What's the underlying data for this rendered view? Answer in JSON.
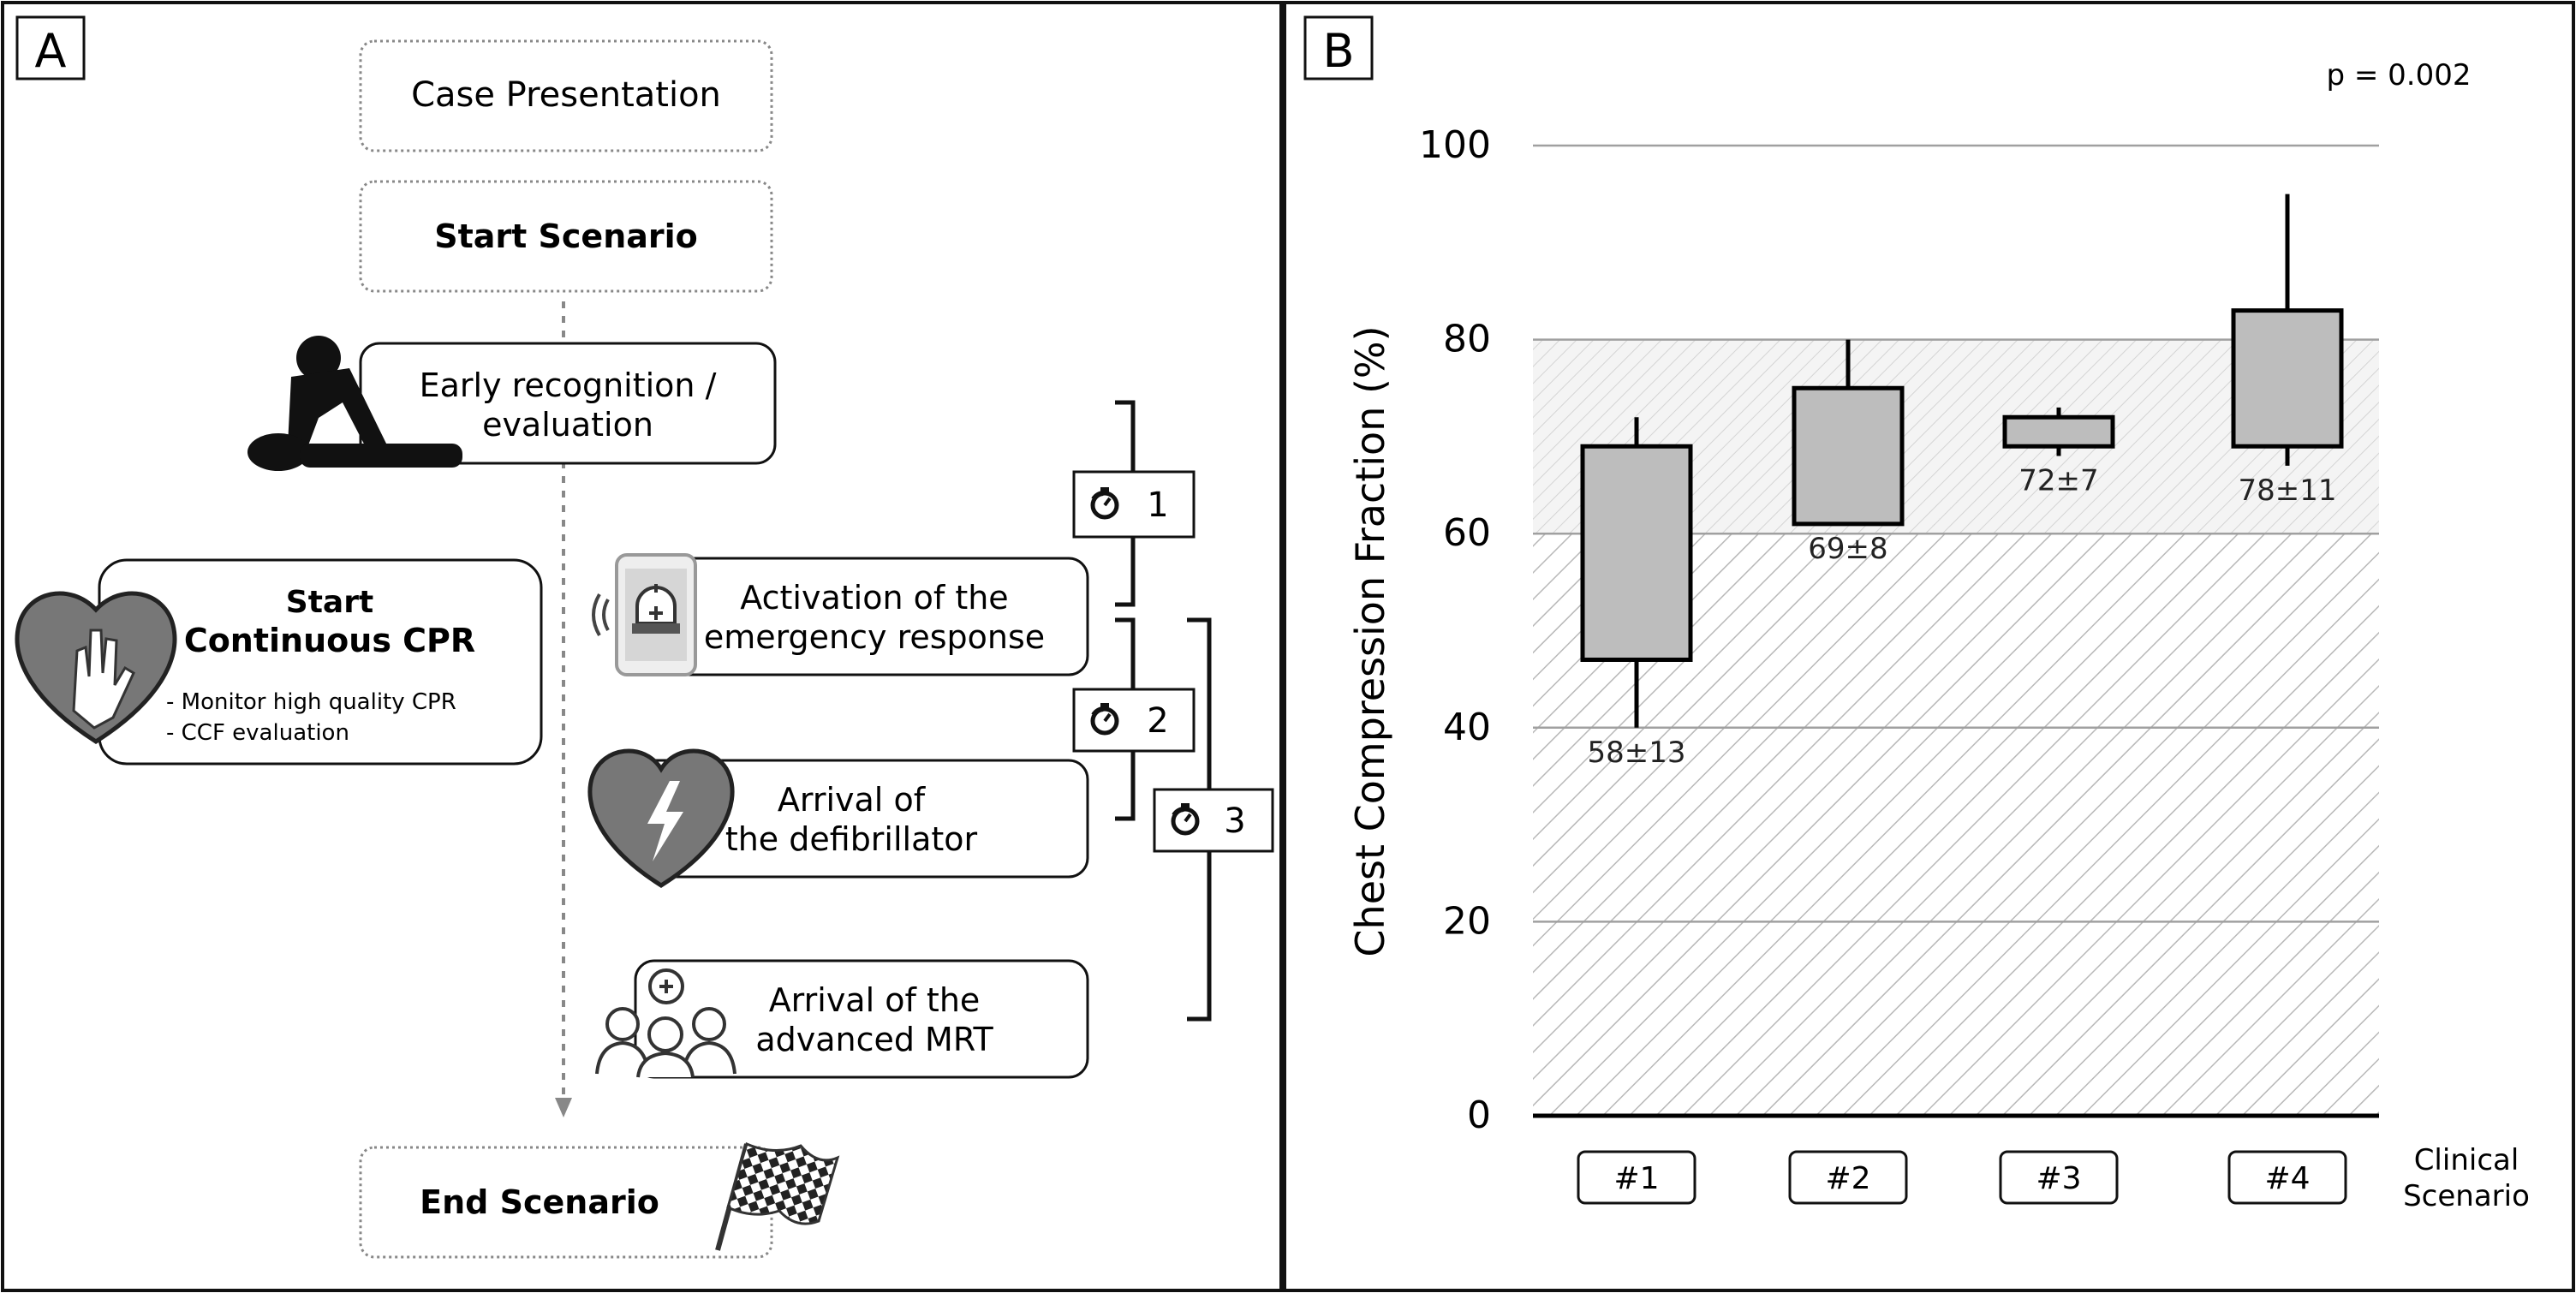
{
  "panel_a": {
    "panel_label": "A",
    "steps": {
      "case_presentation": "Case Presentation",
      "start_scenario": "Start Scenario",
      "early_recognition_l1": "Early recognition /",
      "early_recognition_l2": "evaluation",
      "activation_l1": "Activation of the",
      "activation_l2": "emergency response",
      "arrival_defib_l1": "Arrival of",
      "arrival_defib_l2": "the defibrillator",
      "arrival_mrt_l1": "Arrival of the",
      "arrival_mrt_l2": "advanced MRT",
      "end_scenario": "End Scenario"
    },
    "cpr_box": {
      "title_l1": "Start",
      "title_l2": "Continuous CPR",
      "bullet1": "- Monitor high quality CPR",
      "bullet2": "- CCF evaluation"
    },
    "timers": [
      "1",
      "2",
      "3"
    ],
    "icons": [
      "cpr-person-icon",
      "heart-hands-icon",
      "phone-alarm-icon",
      "heart-lightning-icon",
      "medical-team-icon",
      "checkered-flag-icon",
      "stopwatch-icon"
    ]
  },
  "panel_b": {
    "panel_label": "B",
    "p_value": "p = 0.002",
    "mean_labels": [
      "58±13",
      "69±8",
      "72±7",
      "78±11"
    ],
    "x_axis_label_l1": "Clinical",
    "x_axis_label_l2": "Scenario"
  },
  "chart_data": {
    "type": "box",
    "title": "",
    "xlabel": "Clinical Scenario",
    "ylabel": "Chest Compression Fraction (%)",
    "ylim": [
      0,
      100
    ],
    "yticks": [
      0,
      20,
      40,
      60,
      80,
      100
    ],
    "categories": [
      "#1",
      "#2",
      "#3",
      "#4"
    ],
    "series": [
      {
        "boxes": [
          {
            "whisker_low": 40,
            "q1": 47,
            "q3": 69,
            "whisker_high": 72
          },
          {
            "whisker_low": 61,
            "q1": 61,
            "q3": 75,
            "whisker_high": 80
          },
          {
            "whisker_low": 68,
            "q1": 69,
            "q3": 72,
            "whisker_high": 73
          },
          {
            "whisker_low": 67,
            "q1": 69,
            "q3": 83,
            "whisker_high": 95
          }
        ]
      }
    ],
    "shaded_bands": [
      [
        0,
        60
      ],
      [
        60,
        80
      ]
    ],
    "grid": true,
    "colors": {
      "box_fill": "#bdbdbd",
      "box_stroke": "#000000",
      "grid": "#a0a0a0",
      "hatch": "#b8b8b8"
    }
  }
}
